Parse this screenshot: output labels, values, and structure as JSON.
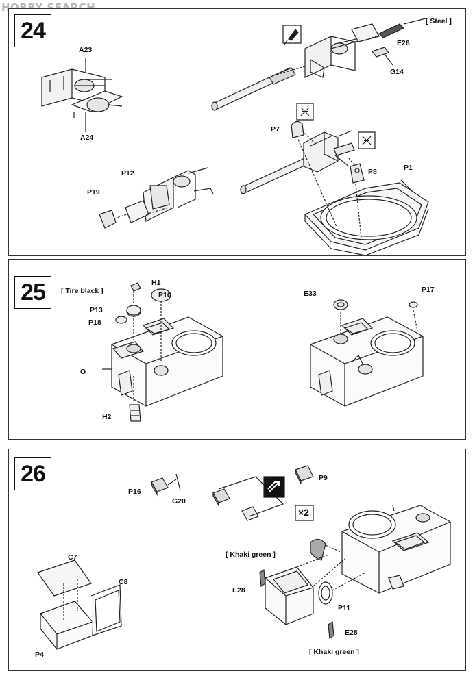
{
  "watermark": "HOBBY SEARCH",
  "steps": [
    {
      "number": "24",
      "labels": {
        "a23": "A23",
        "a24": "A24",
        "steel": "[ Steel ]",
        "e26": "E26",
        "g14": "G14",
        "p7": "P7",
        "p8": "P8",
        "p1": "P1",
        "p12": "P12",
        "p19": "P19"
      },
      "icons": [
        "glue-bottle-icon",
        "do-not-glue-icon",
        "do-not-glue-icon"
      ]
    },
    {
      "number": "25",
      "labels": {
        "tire_black": "[ Tire black ]",
        "h1": "H1",
        "p10": "P10",
        "p13": "P13",
        "p18": "P18",
        "o": "O",
        "h2": "H2",
        "e33": "E33",
        "p17": "P17"
      }
    },
    {
      "number": "26",
      "labels": {
        "p16": "P16",
        "g20": "G20",
        "p9": "P9",
        "x2": "×2",
        "c7": "C7",
        "c8": "C8",
        "p4": "P4",
        "khaki_green": "[ Khaki green ]",
        "e28": "E28",
        "p11": "P11",
        "e28b": "E28",
        "khaki_green_b": "[ Khaki green ]"
      },
      "icons": [
        "option-arrow-icon"
      ]
    }
  ]
}
